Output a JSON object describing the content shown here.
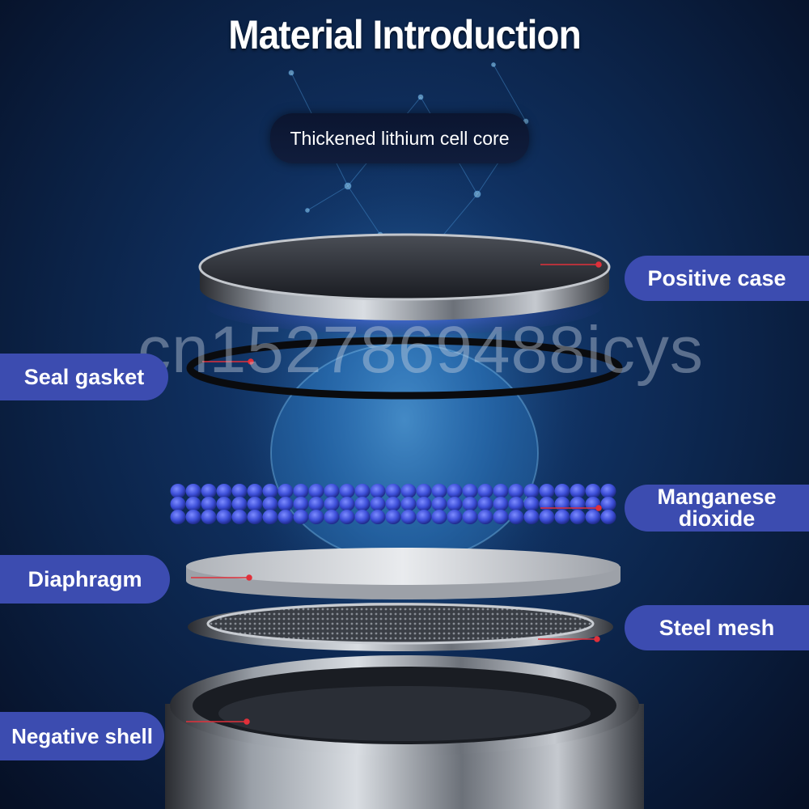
{
  "title": "Material Introduction",
  "subtitle": "Thickened lithium cell core",
  "watermark": "cn1527869488icys",
  "components": {
    "positive_case": "Positive case",
    "seal_gasket": "Seal gasket",
    "manganese_dioxide": "Manganese dioxide",
    "diaphragm": "Diaphragm",
    "steel_mesh": "Steel mesh",
    "negative_shell": "Negative shell"
  },
  "colors": {
    "label_bg": "#3c4cb0",
    "leader_line": "#e0303a",
    "bead_blue": "#3d4fd8",
    "background": "#0f2f5e"
  }
}
